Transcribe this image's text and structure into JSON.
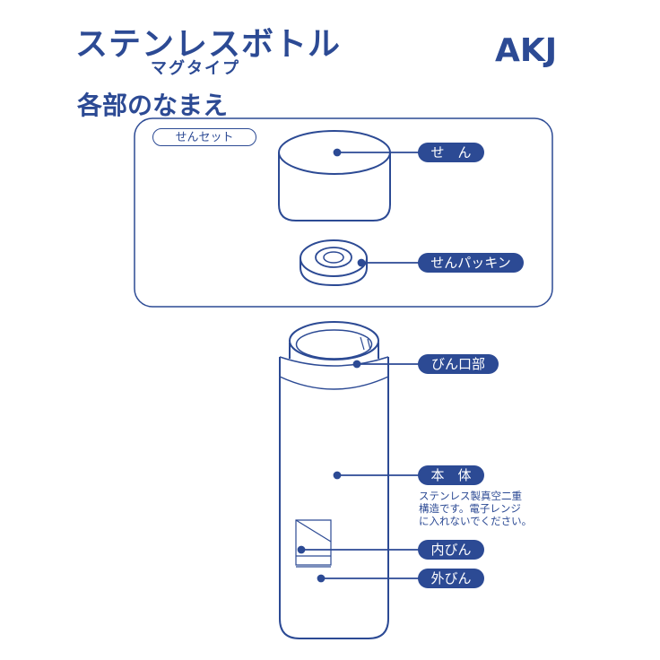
{
  "header": {
    "title": "ステンレスボトル",
    "subtitle": "マグタイプ",
    "brand": "AKJ"
  },
  "section": {
    "heading": "各部のなまえ"
  },
  "plug_set": {
    "label": "せんセット",
    "parts": {
      "plug": "せ　ん",
      "plug_gasket": "せんパッキン"
    }
  },
  "bottle": {
    "parts": {
      "mouth": "びん口部",
      "body": "本　体",
      "inner": "内びん",
      "outer": "外びん"
    },
    "body_note": "ステンレス製真空二重\n構造です。電子レンジ\nに入れないでください。"
  },
  "colors": {
    "accent": "#2c4a94",
    "background": "#ffffff"
  }
}
